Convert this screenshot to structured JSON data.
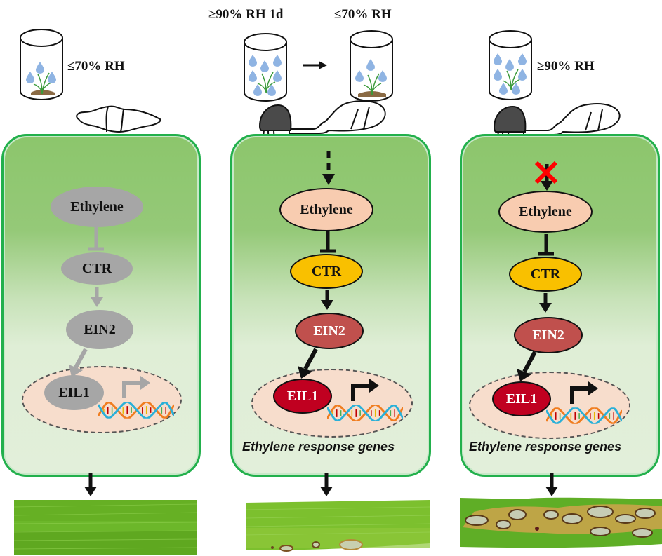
{
  "conditions": {
    "panel1": {
      "humidity_label": "≤70% RH"
    },
    "panel2": {
      "humidity_label_start": "≥90% RH 1d",
      "humidity_label_end": "≤70% RH"
    },
    "panel3": {
      "humidity_label": "≥90% RH"
    }
  },
  "panels": [
    {
      "state": "inactive",
      "nodes": {
        "ethylene": "Ethylene",
        "ctr": "CTR",
        "ein2": "EIN2",
        "eil1": "EIL1"
      },
      "response_label": ""
    },
    {
      "state": "active",
      "nodes": {
        "ethylene": "Ethylene",
        "ctr": "CTR",
        "ein2": "EIN2",
        "eil1": "EIL1"
      },
      "response_label": "Ethylene response genes"
    },
    {
      "state": "active-blocked-induction",
      "nodes": {
        "ethylene": "Ethylene",
        "ctr": "CTR",
        "ein2": "EIN2",
        "eil1": "EIL1"
      },
      "response_label": "Ethylene response genes"
    }
  ],
  "outcomes": [
    "healthy leaf",
    "few small lesions",
    "severe blast lesions"
  ],
  "colors": {
    "cell_border": "#22b04c",
    "ethylene": "#f8ccb0",
    "ctr": "#f9c000",
    "ein2": "#c0504d",
    "eil1": "#c00020",
    "inactive": "#a6a6a6",
    "block_x": "#ff0000",
    "droplet": "#8fb4e3"
  }
}
